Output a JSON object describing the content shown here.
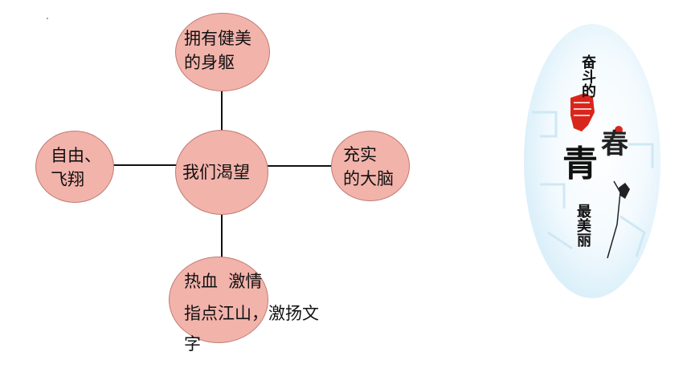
{
  "mindmap": {
    "center": "我们渴望",
    "top": "拥有健美\n的身躯",
    "left": "自由、\n飞翔",
    "right": "充实\n的大脑",
    "bottom_line1": "热血  激情",
    "bottom_line2": "指点江山，激扬文",
    "bottom_line3": "字"
  },
  "badge": {
    "line1": "奋斗的",
    "big_char": "青",
    "big_char2": "春",
    "line3": "最美丽"
  },
  "colors": {
    "node_fill": "#f2b3ab",
    "node_border": "#c07b72",
    "accent_red": "#d9261c"
  }
}
